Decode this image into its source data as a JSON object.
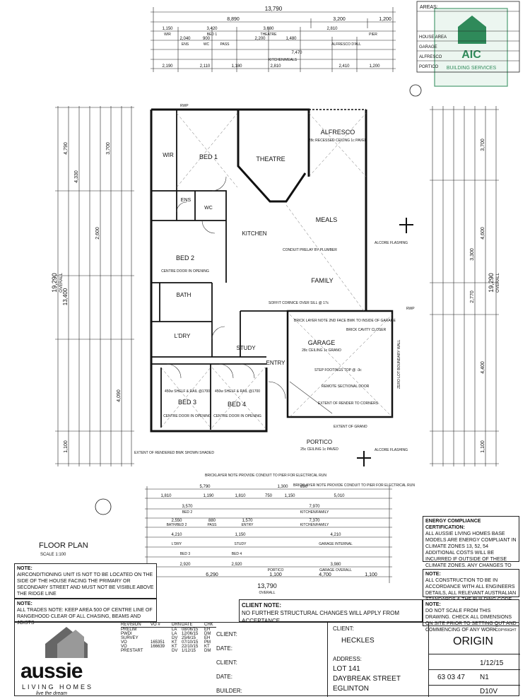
{
  "dims": {
    "overall_width": "13,790",
    "top_segments": [
      "8,890",
      "3,200",
      "1,200"
    ],
    "top_row2": [
      "1,150",
      "3,420",
      "3,680",
      "2,810"
    ],
    "top_row2_labels": [
      "WIR",
      "BED 1",
      "THEATRE",
      "PIER"
    ],
    "top_row3_labels": [
      "ENS",
      "WC",
      "PASS",
      "ALFRESCO D'ALL"
    ],
    "top_row3": [
      "2,040",
      "900",
      "2,200",
      "1,480",
      "7,470"
    ],
    "top_row4": [
      "2,190",
      "2,110",
      "1,180",
      "2,810",
      "2,410",
      "1,200"
    ],
    "top_row4_label": "KITCHEN/MEALS",
    "left_overall": "19,290",
    "left_overall_label": "OVERALL",
    "left_sub": "13,400",
    "left_vals": [
      "4,790",
      "4,330",
      "3,700",
      "2,600",
      "4,090",
      "1,100"
    ],
    "right_overall": "19,290",
    "right_overall_label": "OVERALL",
    "right_vals": [
      "3,700",
      "4,600",
      "3,300",
      "2,770",
      "4,400",
      "1,100"
    ],
    "bottom_overall": "13,790",
    "bottom_overall_label": "OVERALL",
    "bottom_row1": [
      "5,790",
      "1,300",
      "890"
    ],
    "bottom_row2": [
      "1,810",
      "1,190",
      "1,810",
      "750",
      "1,150",
      "5,010"
    ],
    "bottom_row3": [
      "3,570",
      "7,970"
    ],
    "bottom_row3_labels": [
      "BED 2",
      "KITCHEN/FAMILY"
    ],
    "bottom_row4": [
      "2,550",
      "880",
      "1,570",
      "7,370"
    ],
    "bottom_row4_labels": [
      "BATH/BED 2",
      "PASS",
      "ENTRY",
      "KITCHEN/FAMILY"
    ],
    "bottom_row5": [
      "4,210",
      "1,150",
      "4,210"
    ],
    "bottom_row5_labels": [
      "L'DRY",
      "STUDY",
      "GARAGE INTERNAL"
    ],
    "bottom_row6": [
      "2,920",
      "2,920",
      "3,980"
    ],
    "bottom_row6_labels": [
      "BED 3",
      "BED 4",
      "GARAGE OVERALL"
    ],
    "bottom_row7": [
      "6,290",
      "1,100",
      "4,700",
      "1,100"
    ],
    "bottom_row7_labels": [
      "PORTICO"
    ]
  },
  "rooms": {
    "bed1": "BED 1",
    "theatre": "THEATRE",
    "alfresco": "ALFRESCO",
    "alfresco_note": "28c RECESSED CEILING 1c PAVED",
    "wir": "WIR",
    "ens": "ENS",
    "wc": "WC",
    "kitchen": "KITCHEN",
    "meals": "MEALS",
    "family": "FAMILY",
    "bed2": "BED 2",
    "bath": "BATH",
    "ldry": "L'DRY",
    "study": "STUDY",
    "garage": "GARAGE",
    "garage_note": "28c CEILING 1c GRANO",
    "entry": "ENTRY",
    "bed3": "BED 3",
    "bed4": "BED 4",
    "portico": "PORTICO",
    "portico_note": "25c CEILING 1c PAVED"
  },
  "notes_plan": {
    "centre_door_bed2": "CENTRE DOOR IN OPENING",
    "shelf_bed3": "450w SHELF & RAIL @1700",
    "shelf_bed4": "450w SHELF & RAIL @1700",
    "centre_door_bed3": "CENTRE DOOR IN OPENING",
    "centre_door_bed4": "CENTRE DOOR IN OPENING",
    "brick_layer_note": "BRICK LAYER NOTE 2ND FACE BWK TO INSIDE OF GARAGE",
    "brick_cavity_closer": "BRICK CAVITY CLOSER",
    "step_footings": "STEP FOOTINGS TOP @ -3c",
    "remote_door": "REMOTE SECTIONAL DOOR",
    "extent_render": "EXTENT OF RENDER TO CORNERS",
    "extent_grano": "EXTENT OF GRANO",
    "conduit_prelay": "CONDUIT PRELAY BY PLUMBER",
    "alcore_flashing": "ALCORE FLASHING",
    "extent_rendered": "EXTENT OF RENDERED BWK SHOWN SHADED",
    "bricklayer_note1": "BRICKLAYER NOTE PROVIDE CONDUIT TO PIER FOR ELECTRICAL RUN",
    "bricklayer_note2": "BRICKLAYER NOTE PROVIDE CONDUIT TO PIER FOR ELECTRICAL RUN",
    "zero_lot": "ZERO LOT BOUNDARY WALL",
    "soffit_cornice": "SOFFIT CORNICE OVER SILL @ 17c",
    "rwp": "RWP"
  },
  "floor_plan_title": "FLOOR PLAN",
  "scale": "SCALE 1:100",
  "areas_table": {
    "title": "AREAS:",
    "rows": [
      "HOUSE AREA",
      "GARAGE",
      "ALFRESCO",
      "PORTICO"
    ]
  },
  "stamp": {
    "name": "AIC",
    "sub": "BUILDING SERVICES"
  },
  "note_box1": {
    "title": "NOTE:",
    "text": "AIRCONDITIONING UNIT IS NOT TO BE LOCATED ON THE SIDE OF THE HOUSE FACING THE PRIMARY OR SECONDARY STREET AND MUST NOT BE VISIBLE ABOVE THE RIDGE LINE"
  },
  "note_box2": {
    "title": "NOTE:",
    "text": "ALL TRADES NOTE: KEEP AREA 500 OF CENTRE LINE OF RANGEHOOD CLEAR OF ALL CHASING, BEAMS AND JOISTS"
  },
  "energy_box": {
    "title": "ENERGY COMPLIANCE CERTIFICATION:",
    "text": "ALL AUSSIE LIVING HOMES BASE MODELS ARE ENERGY COMPLIANT IN CLIMATE ZONES 13, 52, 54 ADDITIONAL COSTS WILL BE INCURRED IF OUTSIDE OF THESE CLIMATE ZONES. ANY CHANGES TO THE BASE MODEL MAY INCUR EXTRA COSTS TO ATTAIN CERTIFICATION."
  },
  "construction_note": {
    "title": "NOTE:",
    "text": "ALL CONSTRUCTION TO BE IN ACCORDANCE WITH ALL ENGINEERS DETAILS, ALL RELEVANT AUSTRALIAN STANDARDS & THE BUILDING CODE OF AUSTRALIA"
  },
  "scale_note": {
    "title": "NOTE:",
    "text": "DO NOT SCALE FROM THIS DRAWING. CHECK ALL DIMENSIONS ON SITE PRIOR TO SETTING OUT AND COMMENCING OF ANY WORK."
  },
  "client_note": {
    "title": "CLIENT NOTE:",
    "text": "NO FURTHER STRUCTURAL CHANGES WILL APPLY FROM ACCEPTANCE"
  },
  "revision_table": {
    "headers": [
      "REVISION",
      "VO #",
      "DRN",
      "DATE",
      "CHK"
    ],
    "rows": [
      [
        "PRELIM",
        "",
        "LA",
        "08/06/15",
        "EH"
      ],
      [
        "PWDI",
        "",
        "LA",
        "12/06/15",
        "DM"
      ],
      [
        "SURVEY",
        "",
        "DV",
        "25/6/15",
        "EH"
      ],
      [
        "VO",
        "165351",
        "KT",
        "07/10/15",
        "PM"
      ],
      [
        "VO",
        "166639",
        "KT",
        "22/10/15",
        "KT"
      ],
      [
        "PRESTART",
        "",
        "DV",
        "1/12/15",
        "DM"
      ]
    ]
  },
  "title_block": {
    "client_label": "CLIENT:",
    "date_label": "DATE:",
    "builder_label": "BUILDER:",
    "client_name_label": "CLIENT:",
    "client_name": "HECKLES",
    "address_label": "ADDRESS:",
    "address_line1": "LOT 141",
    "address_line2": "DAYBREAK STREET",
    "address_line3": "EGLINTON",
    "model": "ORIGIN",
    "date": "1/12/15",
    "job_no": "63 03 47",
    "revision": "N1",
    "design": "D10V",
    "copyright": "© COPYRIGHT"
  },
  "logo": {
    "word": "aussie",
    "sub": "LIVING HOMES",
    "tag": "live the dream"
  }
}
